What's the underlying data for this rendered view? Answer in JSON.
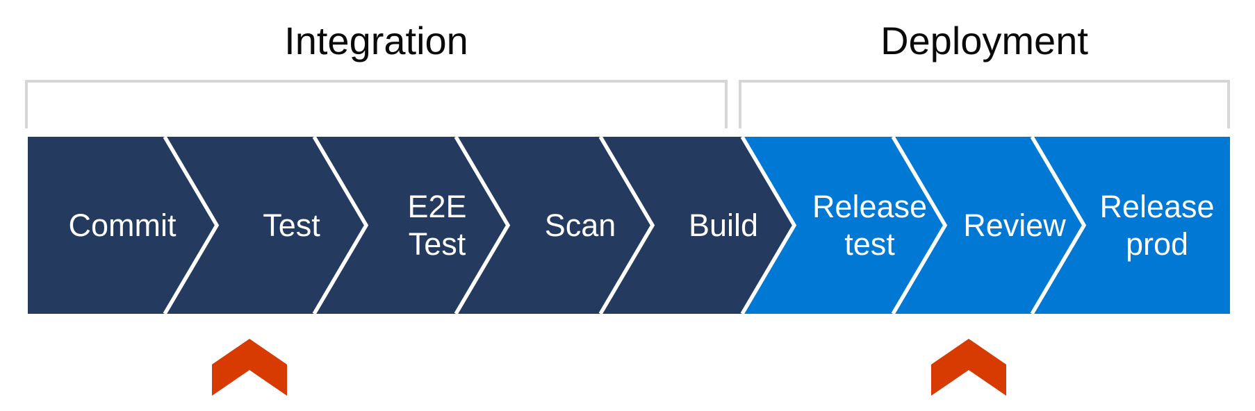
{
  "colors": {
    "background": "#FFFFFF",
    "integration": "#243A5E",
    "deployment": "#0078D4",
    "separator": "#FFFFFF",
    "bracket": "#D6D6D6",
    "marker": "#D83B01",
    "title_text": "#0A0A0A",
    "label_text": "#FFFFFF"
  },
  "sections": [
    {
      "title": "Integration",
      "color": "#243A5E"
    },
    {
      "title": "Deployment",
      "color": "#0078D4"
    }
  ],
  "stages": [
    {
      "name": "Commit",
      "phase": "Integration",
      "lines": [
        "Commit"
      ]
    },
    {
      "name": "Test",
      "phase": "Integration",
      "lines": [
        "Test"
      ],
      "marked": true
    },
    {
      "name": "E2E Test",
      "phase": "Integration",
      "lines": [
        "E2E",
        "Test"
      ]
    },
    {
      "name": "Scan",
      "phase": "Integration",
      "lines": [
        "Scan"
      ]
    },
    {
      "name": "Build",
      "phase": "Integration",
      "lines": [
        "Build"
      ]
    },
    {
      "name": "Release test",
      "phase": "Deployment",
      "lines": [
        "Release",
        "test"
      ]
    },
    {
      "name": "Review",
      "phase": "Deployment",
      "lines": [
        "Review"
      ],
      "marked": true
    },
    {
      "name": "Release prod",
      "phase": "Deployment",
      "lines": [
        "Release",
        "prod"
      ]
    }
  ],
  "markers": [
    {
      "shape": "chevron-up",
      "color": "#D83B01",
      "points_to": "Test"
    },
    {
      "shape": "chevron-up",
      "color": "#D83B01",
      "points_to": "Review"
    }
  ]
}
